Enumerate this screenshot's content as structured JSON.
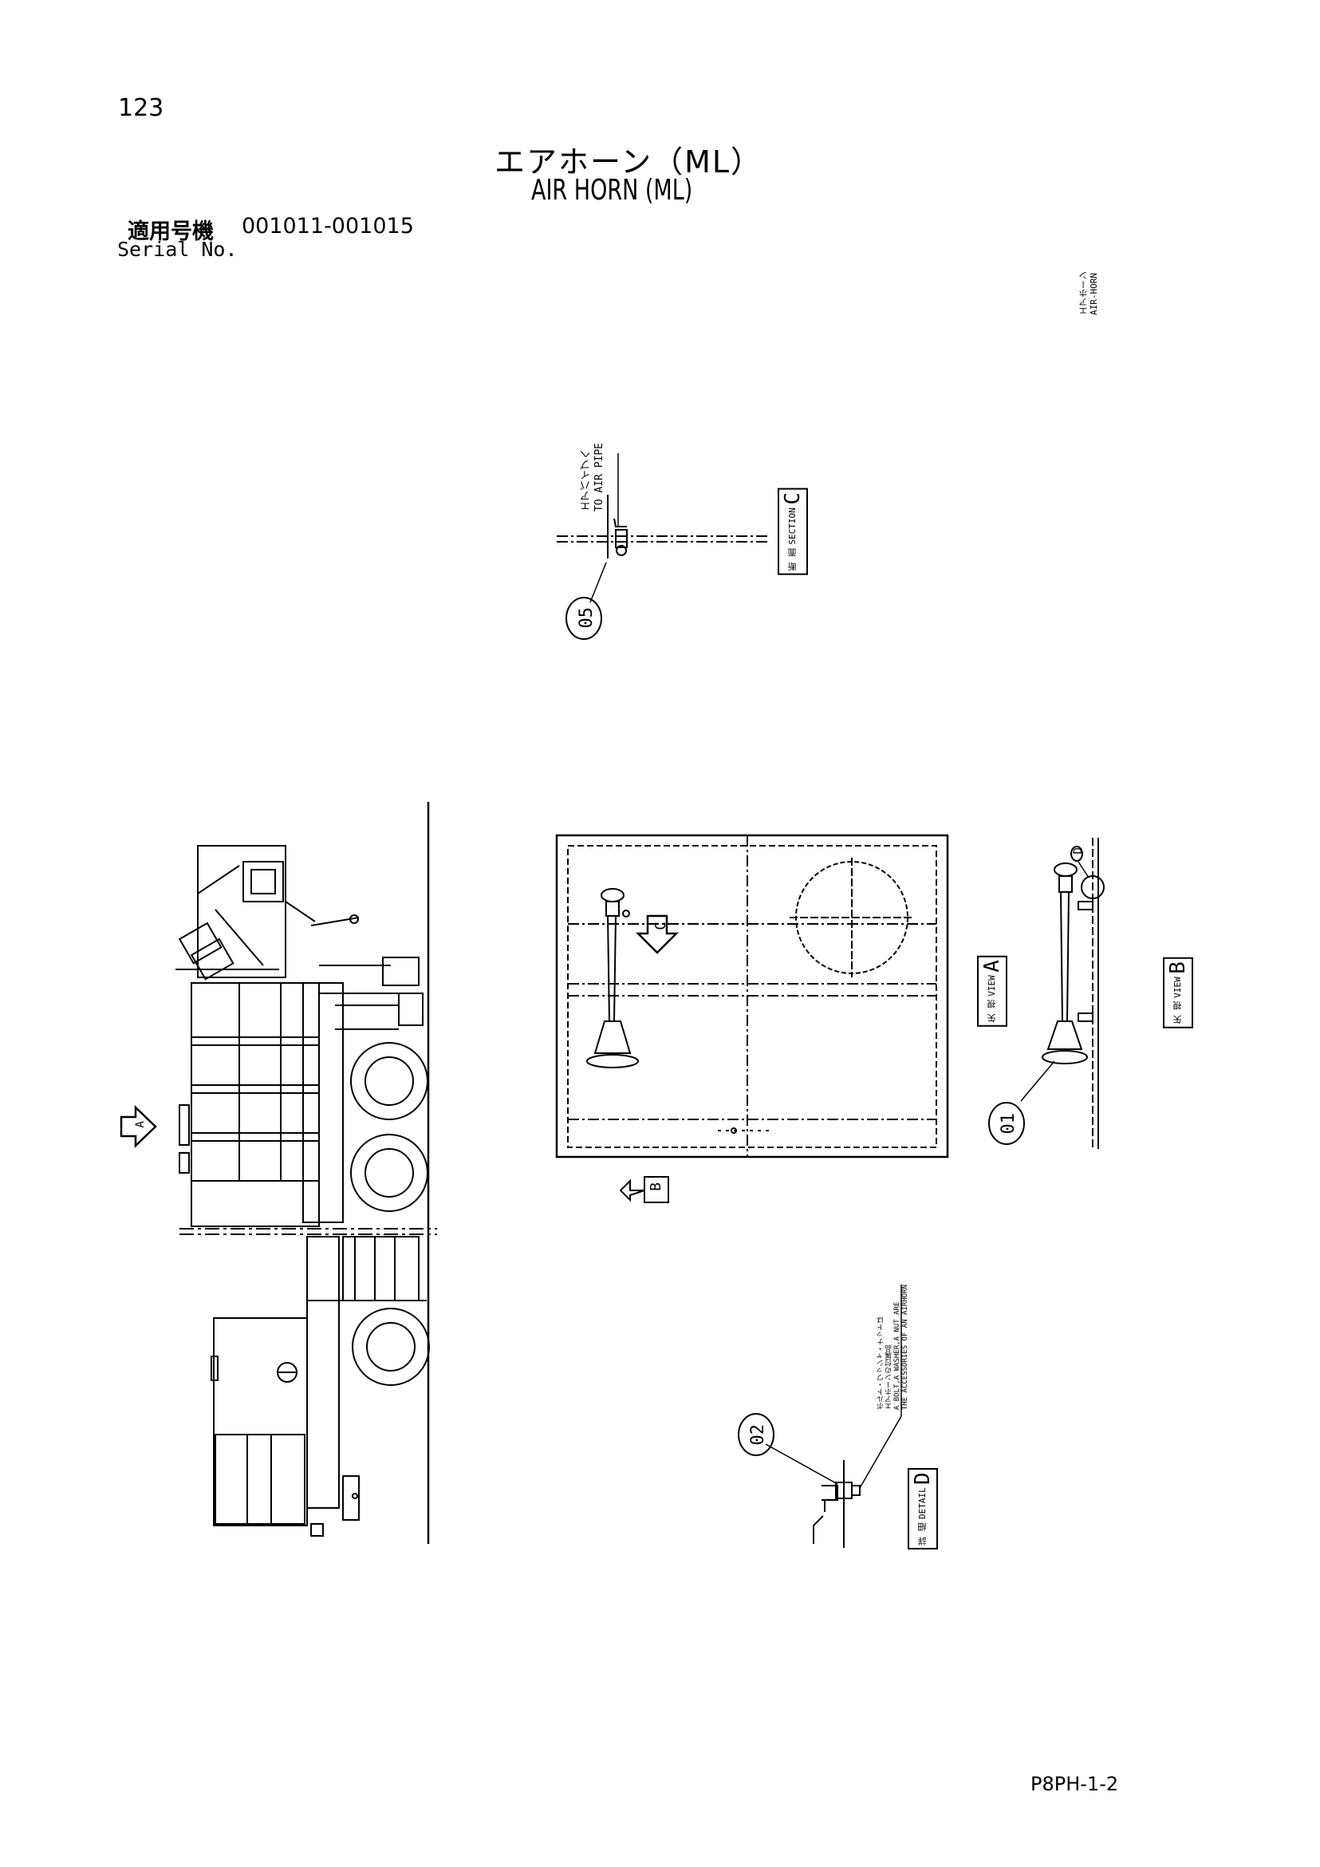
{
  "page_number": "123",
  "title_jp": "エアホーン（ML）",
  "title_en": "AIR HORN (ML)",
  "serial_jp": "適用号機",
  "serial_range": "001011-001015",
  "serial_en": "Serial No.",
  "side_tag_jp": "エアホーン",
  "side_tag_en": "AIR-HORN",
  "section_c": {
    "jp": "断 面",
    "en": "SECTION",
    "letter": "C"
  },
  "view_a": {
    "jp": "矢 視",
    "en": "VIEW",
    "letter": "A"
  },
  "view_b": {
    "jp": "矢 視",
    "en": "VIEW",
    "letter": "B"
  },
  "detail_d": {
    "jp": "詳 細",
    "en": "DETAIL",
    "letter": "D"
  },
  "air_pipe_jp": "エアパイプへ",
  "air_pipe_en": "TO AIR PIPE",
  "note_jp_1": "ボルト・ワッシャ・ナットは",
  "note_jp_2": "エアホーンの付属品",
  "note_en_1": "A BOLT,A WASHER,A NUT ARE",
  "note_en_2": "THE ACCESSORIES OF AN AIRHORN",
  "callouts": {
    "c05": "05",
    "c01": "01",
    "c02": "02",
    "d": "D"
  },
  "arrow_a": "A",
  "arrow_b": "B",
  "arrow_c": "C",
  "doc_code": "P8PH-1-2"
}
